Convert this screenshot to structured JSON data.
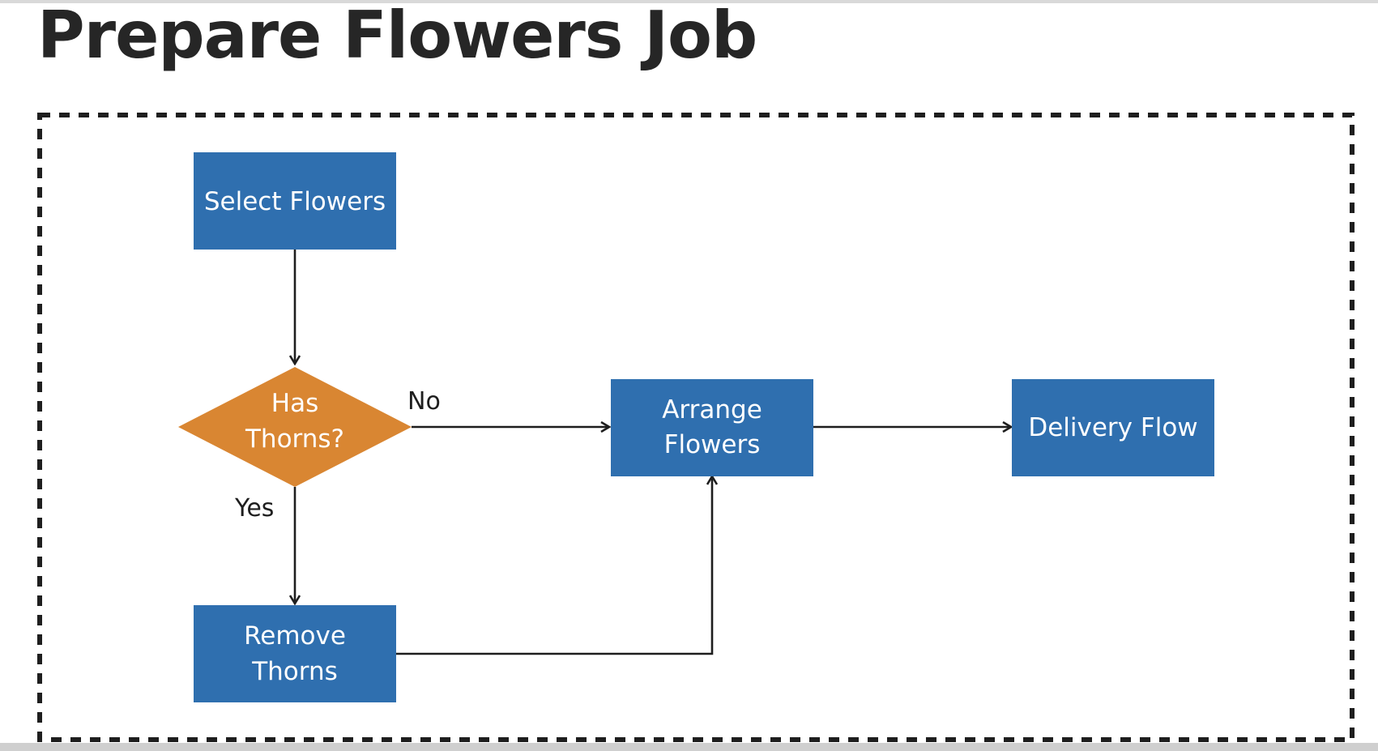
{
  "title": "Prepare Flowers Job",
  "colors": {
    "process": "#2f6faf",
    "decision": "#d98632",
    "edge": "#1e1e1e",
    "border": "#1e1e1e",
    "title": "#262626"
  },
  "nodes": {
    "select": {
      "shape": "rectangle",
      "lines": [
        "Select Flowers"
      ]
    },
    "decision": {
      "shape": "diamond",
      "lines": [
        "Has",
        "Thorns?"
      ]
    },
    "arrange": {
      "shape": "rectangle",
      "lines": [
        "Arrange",
        "Flowers"
      ]
    },
    "remove": {
      "shape": "rectangle",
      "lines": [
        "Remove",
        "Thorns"
      ]
    },
    "delivery": {
      "shape": "rectangle",
      "lines": [
        "Delivery Flow"
      ]
    }
  },
  "edges": {
    "select_to_decision": {
      "from": "Select Flowers",
      "to": "Has Thorns?"
    },
    "no": {
      "from": "Has Thorns?",
      "to": "Arrange Flowers",
      "label": "No"
    },
    "yes": {
      "from": "Has Thorns?",
      "to": "Remove Thorns",
      "label": "Yes"
    },
    "remove_to_arrange": {
      "from": "Remove Thorns",
      "to": "Arrange Flowers"
    },
    "arrange_to_delivery": {
      "from": "Arrange Flowers",
      "to": "Delivery Flow"
    }
  }
}
